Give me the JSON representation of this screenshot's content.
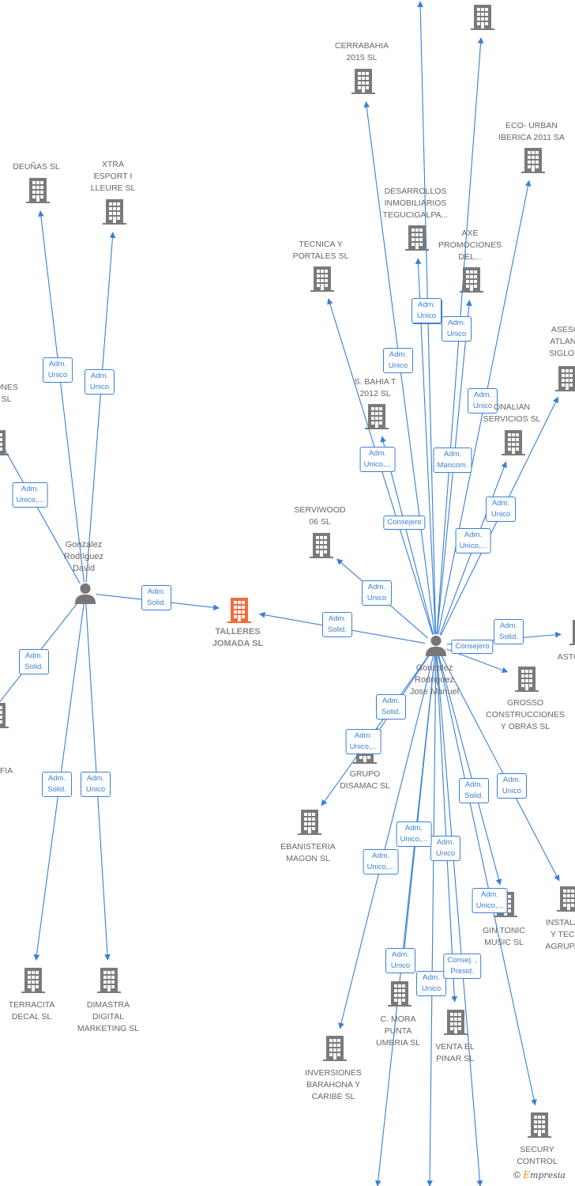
{
  "colors": {
    "edge": "#3a7fd5",
    "building": "#7a7a7a",
    "main_building": "#f26b3a",
    "person": "#777777",
    "label": "#666666"
  },
  "footer": {
    "copyright": "©",
    "brand_initial": "E",
    "brand_rest": "mpresia"
  },
  "main_company": {
    "label": "TALLERES\nJOMADA SL"
  },
  "persons": [
    {
      "id": "david",
      "label": "Gonzalez\nRodriguez\nDavid"
    },
    {
      "id": "jose",
      "label": "Gonzalez\nRodriguez\nJose Manuel"
    }
  ],
  "companies": [
    {
      "id": "deunas",
      "label": "DEUÑAS SL"
    },
    {
      "id": "xtra",
      "label": "XTRA\nESPORT I\nLLEURE SL"
    },
    {
      "id": "ones",
      "label": "ONES\nSL"
    },
    {
      "id": "fia",
      "label": "FIA"
    },
    {
      "id": "terracita",
      "label": "TERRACITA\nDECAL SL"
    },
    {
      "id": "dimastra",
      "label": "DIMASTRA\nDIGITAL\nMARKETING SL"
    },
    {
      "id": "cerrabahia",
      "label": "CERRABAHIA\n2015 SL"
    },
    {
      "id": "top",
      "label": ""
    },
    {
      "id": "eco",
      "label": "ECO- URBAN\nIBERICA 2011 SA"
    },
    {
      "id": "desarrollos",
      "label": "DESARROLLOS\nINMOBILIARIOS\nTEGUCIGALPA..."
    },
    {
      "id": "axe",
      "label": "AXE\nPROMOCIONES\nDEL..."
    },
    {
      "id": "tecnica",
      "label": "TECNICA Y\nPORTALES SL"
    },
    {
      "id": "asesor",
      "label": "ASESO\nATLANT\nSIGLO X"
    },
    {
      "id": "bahia",
      "label": "S. BAHIA T\n2012 SL"
    },
    {
      "id": "nalian",
      "label": "ONALIAN\nSERVICIOS SL"
    },
    {
      "id": "serviwood",
      "label": "SERVIWOOD\n06 SL"
    },
    {
      "id": "asto",
      "label": "ASTO"
    },
    {
      "id": "grosso",
      "label": "GROSSO\nCONSTRUCCIONES\nY OBRAS SL"
    },
    {
      "id": "disamac",
      "label": "GRUPO\nDISAMAC SL"
    },
    {
      "id": "ebanisteria",
      "label": "EBANISTERIA\nMAGON SL"
    },
    {
      "id": "instalac",
      "label": "INSTALAC\nY TECN\nAGRUPAD"
    },
    {
      "id": "gintonic",
      "label": "GIN TONIC\nMUSIC SL"
    },
    {
      "id": "cmora",
      "label": "C. MORA\nPUNTA\nUMBRIA SL"
    },
    {
      "id": "ventael",
      "label": "VENTA EL\nPINAR SL"
    },
    {
      "id": "inversiones",
      "label": "INVERSIONES\nBARAHONA Y\nCARIBE SL"
    },
    {
      "id": "secury",
      "label": "SECURY\nCONTROL"
    }
  ],
  "edge_labels": [
    {
      "id": "e-deunas",
      "text": "Adm.\nUnico"
    },
    {
      "id": "e-xtra",
      "text": "Adm.\nUnico"
    },
    {
      "id": "e-ones",
      "text": "Adm.\nUnico,..."
    },
    {
      "id": "e-david-main",
      "text": "Adm.\nSolid."
    },
    {
      "id": "e-fia",
      "text": "Adm.\nSolid."
    },
    {
      "id": "e-terracita",
      "text": "Adm.\nSolid."
    },
    {
      "id": "e-dimastra",
      "text": "Adm.\nUnico"
    },
    {
      "id": "e-desarrollos",
      "text": "Adm.\nUnico"
    },
    {
      "id": "e-axe",
      "text": "Adm.\nUnico"
    },
    {
      "id": "e-tecnica",
      "text": "Adm.\nUnico"
    },
    {
      "id": "e-eco",
      "text": "Adm.\nUnico"
    },
    {
      "id": "e-top",
      "text": "Adm.\nUnico"
    },
    {
      "id": "e-bahia",
      "text": "Adm.\nUnico,..."
    },
    {
      "id": "e-nalian",
      "text": "Adm.\nMancom."
    },
    {
      "id": "e-consejero",
      "text": "Consejero"
    },
    {
      "id": "e-asesor",
      "text": "Adm.\nUnico"
    },
    {
      "id": "e-nalian2",
      "text": "Adm.\nUnico,..."
    },
    {
      "id": "e-serviwood",
      "text": "Adm.\nUnico"
    },
    {
      "id": "e-jose-main",
      "text": "Adm.\nSolid."
    },
    {
      "id": "e-asto",
      "text": "Adm.\nSolid."
    },
    {
      "id": "e-consejero2",
      "text": "Consejero"
    },
    {
      "id": "e-disamac",
      "text": "Adm.\nSolid."
    },
    {
      "id": "e-ebanisteria",
      "text": "Adm.\nUnico,..."
    },
    {
      "id": "e-gin1",
      "text": "Adm.\nSolid."
    },
    {
      "id": "e-instalac",
      "text": "Adm.\nUnico"
    },
    {
      "id": "e-cmora",
      "text": "Adm.\nUnico,..."
    },
    {
      "id": "e-ventael",
      "text": "Adm.\nUnico"
    },
    {
      "id": "e-inversiones",
      "text": "Adm.\nUnico,..."
    },
    {
      "id": "e-gin2",
      "text": "Adm.\nUnico,..."
    },
    {
      "id": "e-cmora2",
      "text": "Adm.\nUnico"
    },
    {
      "id": "e-ventael2",
      "text": "Adm.\nUnico"
    },
    {
      "id": "e-consej",
      "text": "Consej. ,\nPresid."
    }
  ]
}
